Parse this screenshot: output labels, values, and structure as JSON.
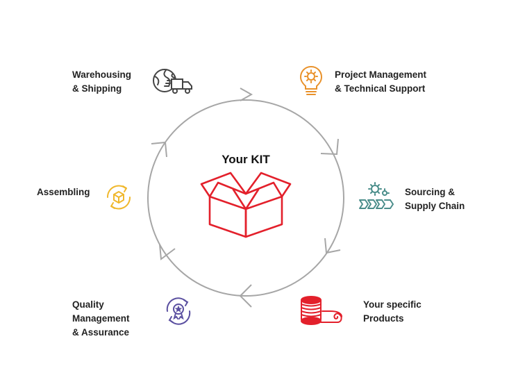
{
  "center": {
    "title": "Your KIT",
    "icon": "open-box-icon"
  },
  "steps": [
    {
      "id": "project",
      "lines": [
        "Project Management",
        "& Technical Support"
      ],
      "icon": "lightbulb-gear-icon"
    },
    {
      "id": "sourcing",
      "lines": [
        "Sourcing &",
        "Supply Chain"
      ],
      "icon": "gears-conveyor-icon"
    },
    {
      "id": "products",
      "lines": [
        "Your specific",
        "Products"
      ],
      "icon": "spool-roll-icon"
    },
    {
      "id": "quality",
      "lines": [
        "Quality",
        "Management",
        "& Assurance"
      ],
      "icon": "quality-badge-icon"
    },
    {
      "id": "assembling",
      "lines": [
        "Assembling"
      ],
      "icon": "assembly-cycle-icon"
    },
    {
      "id": "warehousing",
      "lines": [
        "Warehousing",
        "& Shipping"
      ],
      "icon": "globe-truck-icon"
    }
  ],
  "colors": {
    "accent": "#e3202b",
    "orange": "#e9922b",
    "teal": "#4a8d8a",
    "purple": "#5a4fa0",
    "yellow": "#f0b82d",
    "dark": "#444444",
    "circle": "#a6a6a6"
  }
}
